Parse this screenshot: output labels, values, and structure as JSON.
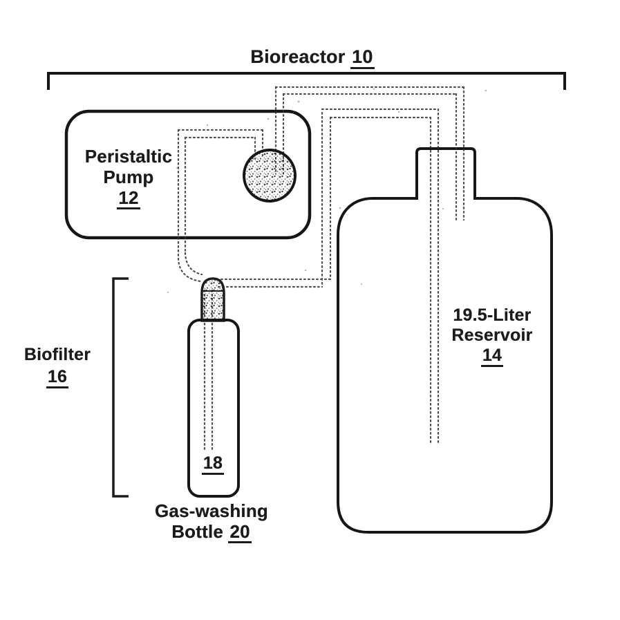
{
  "figure": {
    "title": {
      "label": "Bioreactor",
      "ref": "10"
    },
    "pump": {
      "line1": "Peristaltic",
      "line2": "Pump",
      "ref": "12"
    },
    "reservoir": {
      "line1": "19.5-Liter",
      "line2": "Reservoir",
      "ref": "14"
    },
    "biofilter": {
      "label": "Biofilter",
      "ref": "16"
    },
    "gas_washing_bottle": {
      "inner_ref": "18",
      "line1": "Gas-washing",
      "line2": "Bottle",
      "ref": "20"
    },
    "colors": {
      "ink": "#1a1a1a",
      "tube": "#2f2f2f",
      "background": "#ffffff"
    }
  }
}
